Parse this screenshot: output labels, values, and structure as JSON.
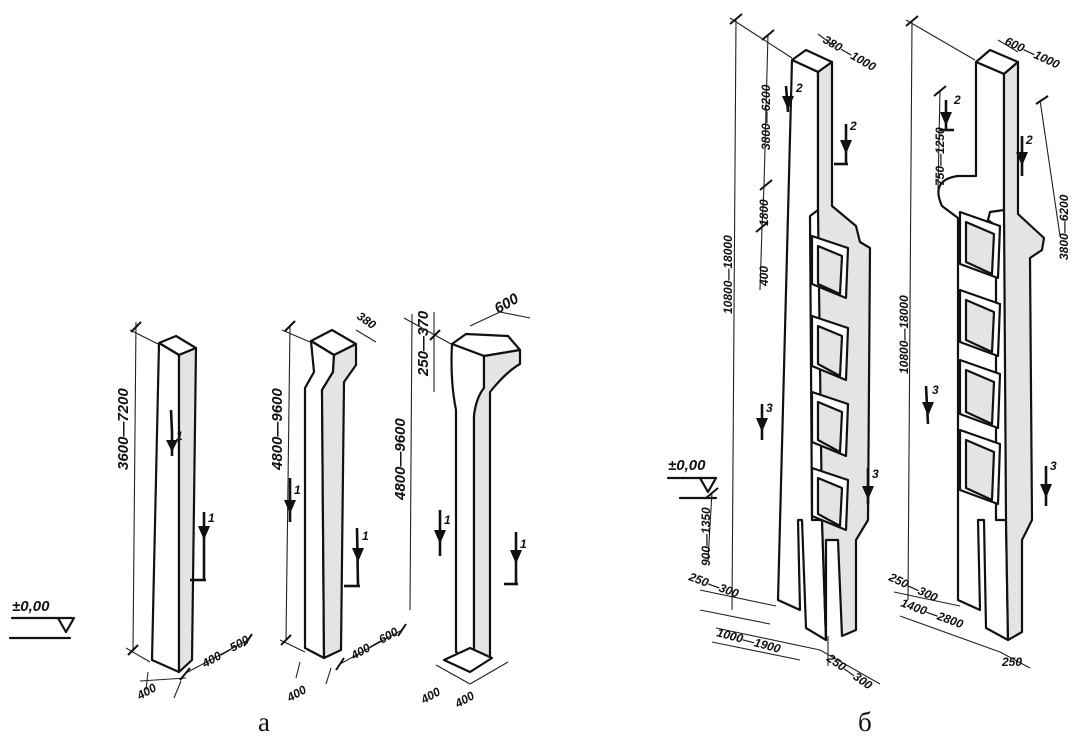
{
  "captions": {
    "a": "а",
    "b": "б"
  },
  "level": "±0,00",
  "figure_a": {
    "col1": {
      "height": "3600—7200",
      "width": "400",
      "depth": "400—500"
    },
    "col2": {
      "height": "4800—9600",
      "width": "400",
      "depth": "400—600",
      "top": "380"
    },
    "col3": {
      "height": "4800—9600",
      "console": "250—370",
      "top": "600",
      "width": "400",
      "depth": "400"
    },
    "sections": {
      "s1": "1"
    }
  },
  "figure_b": {
    "total_height": "10800—18000",
    "left": {
      "upper": "3800—6200",
      "zone": "1800",
      "panel": "400",
      "bottom": "900—1350",
      "top_width": "380—1000",
      "leg": "250—300",
      "base": "1000—1900",
      "leg_right": "250—300"
    },
    "right": {
      "console": "750—1250",
      "upper": "3800—6200",
      "top_width": "600—1000",
      "leg": "250—300",
      "base": "1400—2800",
      "leg_right": "250"
    },
    "sections": {
      "s2": "2",
      "s3": "3"
    }
  }
}
